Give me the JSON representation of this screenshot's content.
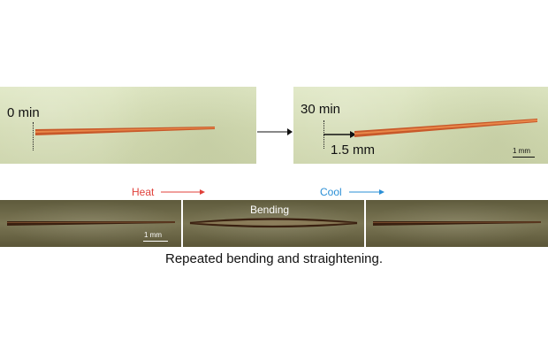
{
  "panels": {
    "left": {
      "time_label": "0 min"
    },
    "right": {
      "time_label": "30 min",
      "shift_label": "1.5 mm",
      "scale_label": "1 mm"
    }
  },
  "sequence": {
    "heat_label": "Heat",
    "heat_color": "#e0403a",
    "cool_label": "Cool",
    "cool_color": "#2a8fd6",
    "bending_label": "Bending",
    "scale_label": "1 mm"
  },
  "caption": "Repeated bending and straightening."
}
